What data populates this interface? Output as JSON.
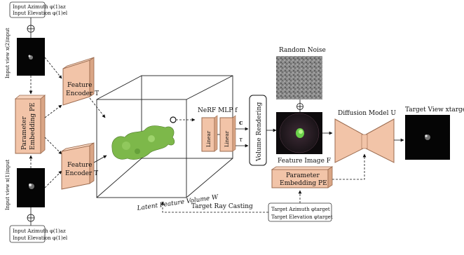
{
  "inputs": {
    "top_params_line1": "Input Azimuth φ(1)az",
    "top_params_line2": "Input Elevation φ(1)el",
    "top_view_label": "Input view x(2)input",
    "bottom_view_label": "Input view x(1)input",
    "bottom_params_line1": "Input Azimuth φ(1)az",
    "bottom_params_line2": "Input Elevation φ(1)el"
  },
  "param_embed_left": {
    "line1": "Parameter",
    "line2": "Embedding PE"
  },
  "encoder_top": {
    "line1": "Feature",
    "line2": "Encoder T"
  },
  "encoder_bottom": {
    "line1": "Feature",
    "line2": "Encoder T"
  },
  "latent_volume_label": "Latent Feature Volume W",
  "nerf": {
    "title": "NeRF MLP f",
    "linear_1": "Linear",
    "linear_2": "Linear",
    "c_label": "c",
    "tau_label": "τ"
  },
  "volume_rendering": "Volume Rendering",
  "random_noise_label": "Random Noise",
  "feature_image_label": "Feature Image F",
  "diffusion_label": "Diffusion Model U",
  "target_view_label": "Target View xtarget",
  "param_embed_right": {
    "line1": "Parameter",
    "line2": "Embedding PE"
  },
  "target_params": {
    "line1": "Target Azimuth φtarget",
    "line2": "Target Elevation φtarget"
  },
  "ray_casting_label": "Target Ray Casting",
  "colors": {
    "block_fill": "#f2c4a8",
    "block_stroke": "#9a6a4e",
    "blob": "#7db84a"
  }
}
